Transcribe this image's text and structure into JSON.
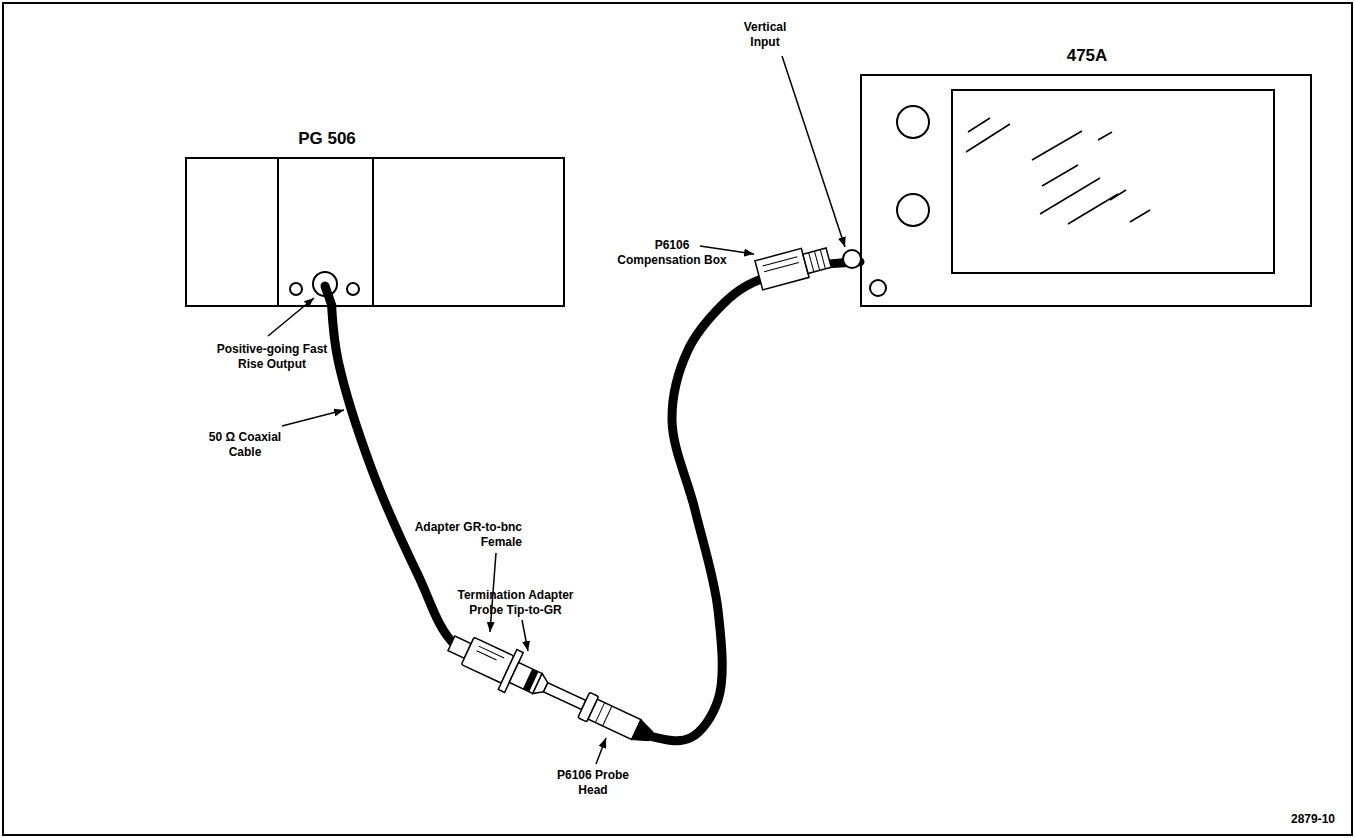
{
  "diagram": {
    "nodes": [
      {
        "text": [
          "PG 506"
        ]
      },
      {
        "text": [
          "475A"
        ]
      }
    ],
    "edges": [
      {
        "from": 0,
        "to": 1,
        "arrow": "none"
      }
    ],
    "labels": [
      "Vertical Input",
      "P6106 Compensation Box",
      "Positive-going Fast Rise Output",
      "50 Ω Coaxial Cable",
      "Adapter GR-to-bnc Female",
      "Termination Adapter Probe Tip-to-GR",
      "P6106 Probe Head",
      "2879-10"
    ]
  }
}
